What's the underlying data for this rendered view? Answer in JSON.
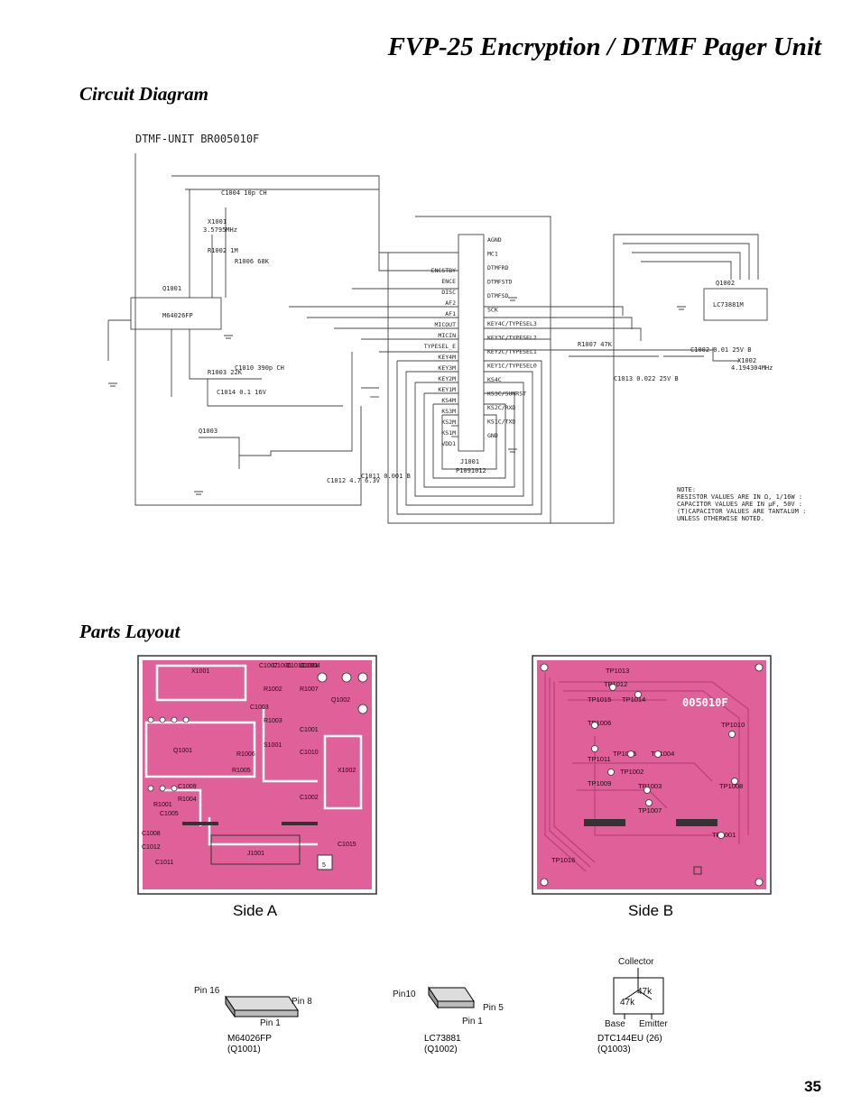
{
  "page_title": "FVP-25 Encryption / DTMF Pager Unit",
  "sections": {
    "circuit": "Circuit Diagram",
    "parts": "Parts Layout"
  },
  "schematic": {
    "header": "DTMF-UNIT   BR005010F",
    "ic_q1001": "Q1001",
    "ic_q1001_part": "M64026FP",
    "ic_q1002": "Q1002",
    "ic_q1002_part": "LC73881M",
    "q1003": "Q1003",
    "x1001": "X1001",
    "x1001_freq": "3.5795MHz",
    "x1002": "X1002",
    "x1002_freq": "4.194304MHz",
    "c1004": "C1004 10p CH",
    "r1002": "R1002 1M",
    "r1006": "R1006 68K",
    "r1003": "R1003 22K",
    "c1010": "C1010 390p CH",
    "c1014": "C1014 0.1 16V",
    "r1007": "R1007 47K",
    "c1002": "C1002 0.01 25V B",
    "c1013": "C1013 0.022 25V B",
    "c1011": "C1011 0.001 B",
    "c1012": "C1012 4.7 6.3V",
    "j1001": "J1001",
    "j1001_part": "P1091012",
    "left_pins": [
      "ENCSTBY",
      "ENCE",
      "DISC",
      "AF2",
      "AF1",
      "MICOUT",
      "MICIN",
      "TYPESEL_E",
      "KEY4M",
      "KEY3M",
      "KEY2M",
      "KEY1M",
      "KS4M",
      "KS3M",
      "KS2M",
      "KS1M",
      "VDD1"
    ],
    "right_pins": [
      "AGND",
      "MC1",
      "DTMFRD",
      "DTMFSTD",
      "DTMFSD",
      "SCK",
      "KEY4C/TYPESEL3",
      "KEY3C/TYPESEL2",
      "KEY2C/TYPESEL1",
      "KEY1C/TYPESEL0",
      "KS4C",
      "KS3C/SUMRST",
      "KS2C/RXD",
      "KS1C/TXD",
      "GND"
    ],
    "note": [
      "NOTE:",
      "RESISTOR VALUES ARE IN Ω, 1/16W :",
      "CAPACITOR VALUES ARE IN µF, 50V :",
      "(T)CAPACITOR VALUES ARE TANTALUM :",
      "UNLESS OTHERWISE NOTED."
    ]
  },
  "board_a": {
    "labels": [
      "X1001",
      "C1007",
      "C1006",
      "C1013",
      "C1004",
      "C1001",
      "R1002",
      "R1007",
      "Q1002",
      "C1003",
      "R1003",
      "S1001",
      "R1006",
      "C1001",
      "Q1001",
      "C1009",
      "R1004",
      "R1005",
      "C1010",
      "C1002",
      "X1002",
      "R1001",
      "C1005",
      "C1008",
      "C1015",
      "C1012",
      "J1001",
      "C1011",
      "5"
    ]
  },
  "board_b": {
    "code": "005010F",
    "labels": [
      "TP1013",
      "TP1012",
      "TP1015",
      "TP1014",
      "TP1006",
      "TP1010",
      "TP1005",
      "TP1004",
      "TP1011",
      "TP1002",
      "TP1009",
      "TP1003",
      "TP1008",
      "TP1007",
      "TP1001",
      "TP1016"
    ]
  },
  "side_a": "Side A",
  "side_b": "Side B",
  "packages": [
    {
      "pin_a": "Pin 16",
      "pin_b": "Pin 8",
      "pin_c": "Pin 1",
      "part": "M64026FP",
      "ref": "(Q1001)"
    },
    {
      "pin_a": "Pin10",
      "pin_b": "Pin 5",
      "pin_c": "Pin 1",
      "part": "LC73881",
      "ref": "(Q1002)"
    },
    {
      "collector": "Collector",
      "r1": "47k",
      "r2": "47k",
      "base": "Base",
      "emitter": "Emitter",
      "part": "DTC144EU (26)",
      "ref": "(Q1003)"
    }
  ],
  "page_number": "35",
  "colors": {
    "board_pink": "#e0609a",
    "trace": "#b23a72"
  }
}
